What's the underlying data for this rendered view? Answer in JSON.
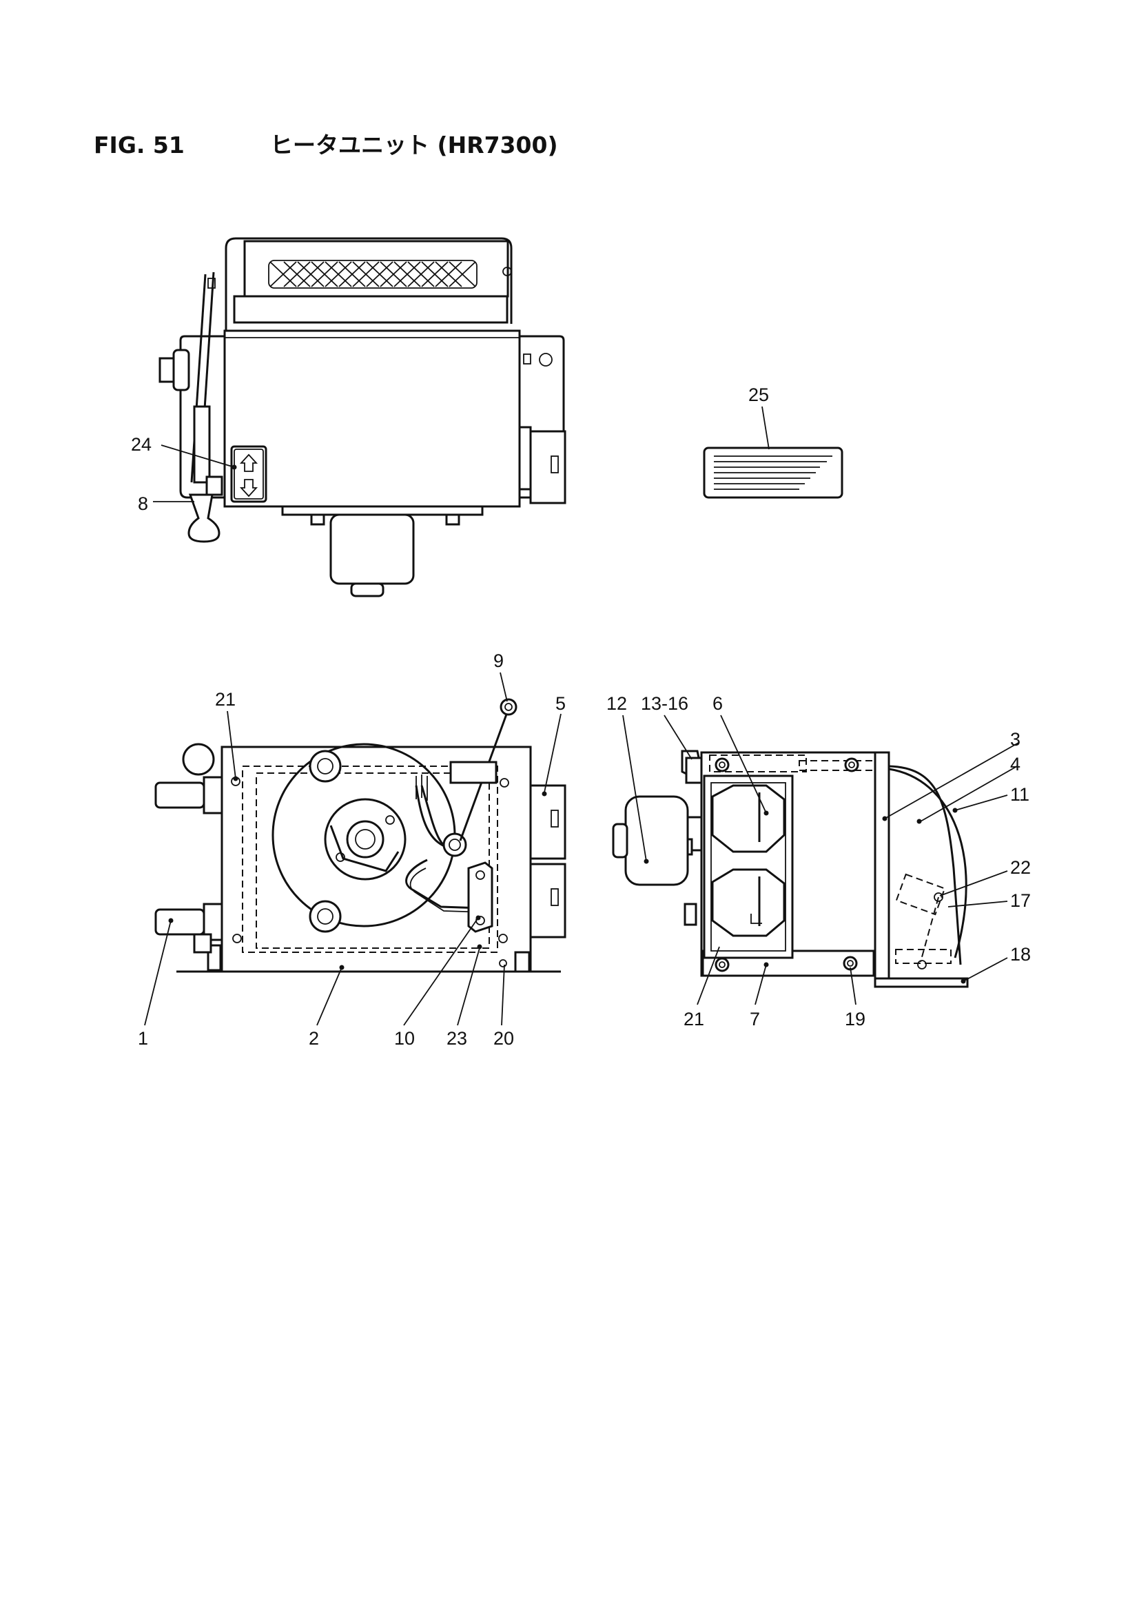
{
  "figure": {
    "number": "FIG. 51",
    "title": "ヒータユニット (HR7300)"
  },
  "callouts": {
    "c1": "1",
    "c2": "2",
    "c3": "3",
    "c4": "4",
    "c5": "5",
    "c6": "6",
    "c7": "7",
    "c8": "8",
    "c9": "9",
    "c10": "10",
    "c11": "11",
    "c12": "12",
    "c13_16": "13-16",
    "c17": "17",
    "c18": "18",
    "c19": "19",
    "c20": "20",
    "c21_front": "21",
    "c21_side": "21",
    "c22": "22",
    "c23": "23",
    "c24": "24",
    "c25": "25"
  }
}
